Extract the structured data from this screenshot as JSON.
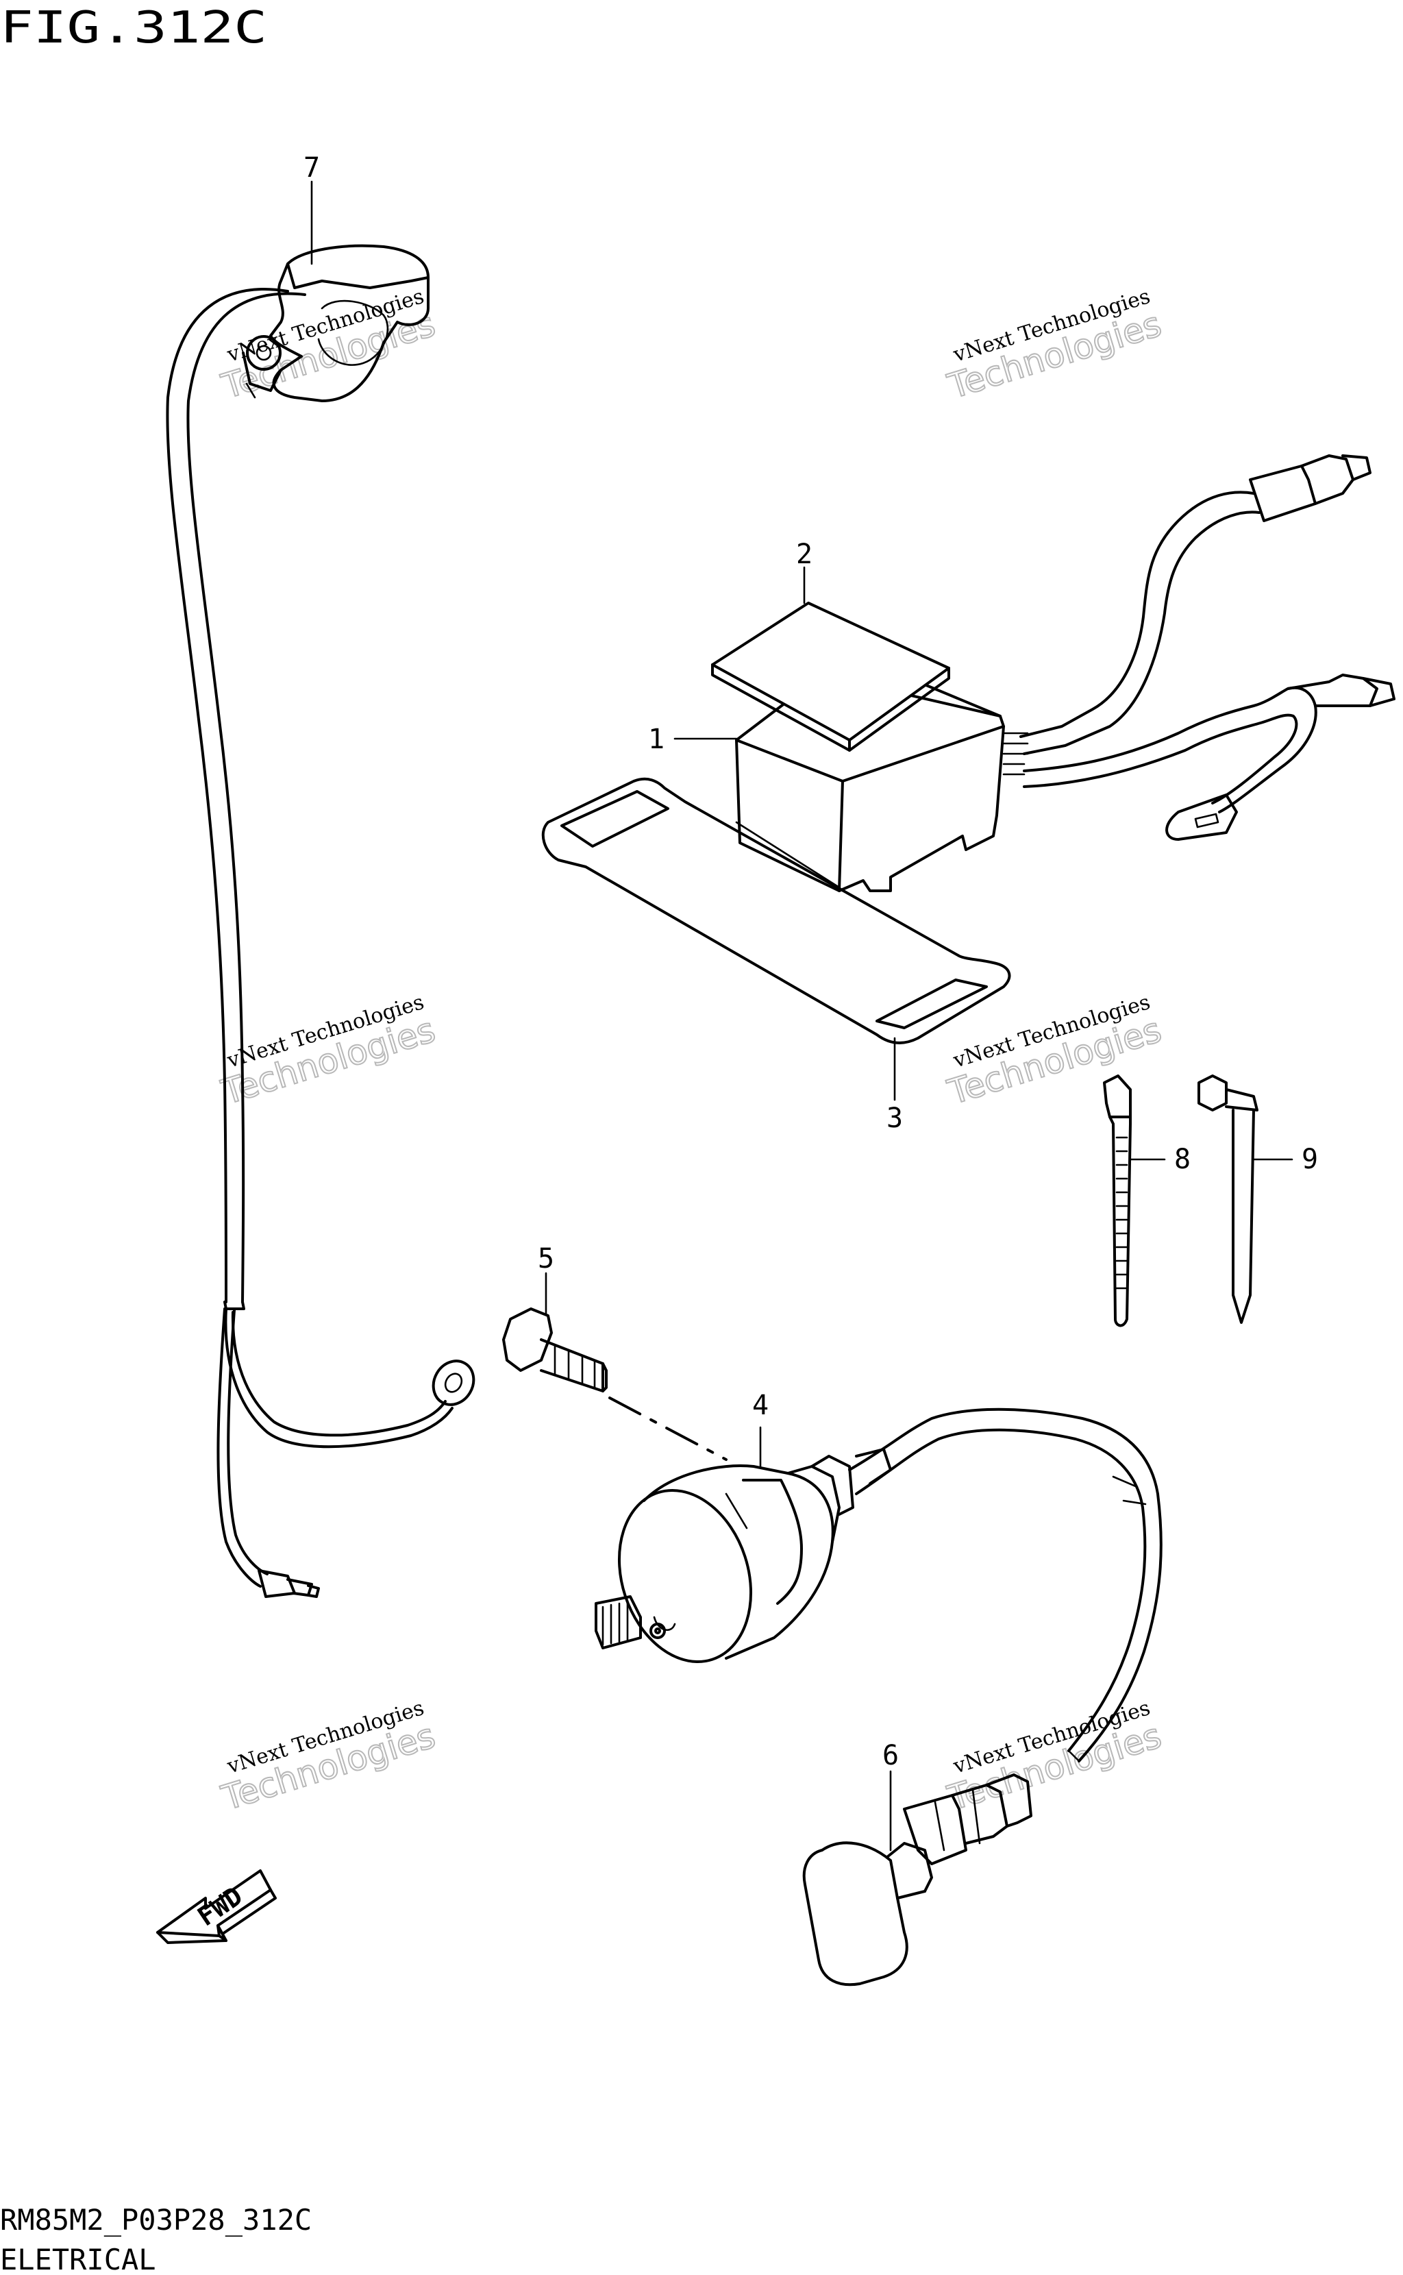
{
  "header": {
    "figure_label": "FIG.312C"
  },
  "footer": {
    "drawing_code": "RM85M2_P03P28_312C",
    "section_title": "ELETRICAL"
  },
  "callouts": [
    "1",
    "2",
    "3",
    "4",
    "5",
    "6",
    "7",
    "8",
    "9"
  ],
  "watermark": {
    "line1": "vNext Technologies",
    "line2": "Technologies"
  },
  "fwd_label": "FWD"
}
